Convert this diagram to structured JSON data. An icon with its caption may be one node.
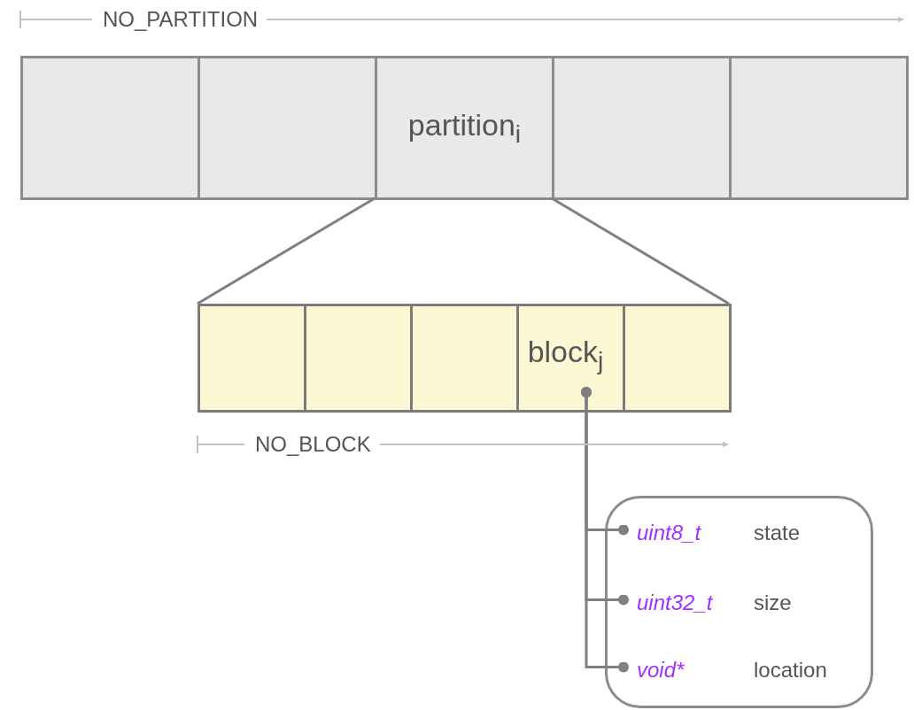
{
  "diagram": {
    "nodes": [
      {
        "text": [],
        "shape": "box"
      },
      {
        "text": [],
        "shape": "box"
      },
      {
        "text": [
          "partition$_{i}$"
        ]
      },
      {
        "text": [],
        "shape": "box"
      },
      {
        "text": [],
        "shape": "box"
      },
      {
        "text": [],
        "shape": "box"
      },
      {
        "text": [],
        "shape": "box"
      },
      {
        "text": [],
        "shape": "box"
      },
      {
        "text": [
          "block$_{j}$"
        ]
      },
      {
        "text": [],
        "shape": "box"
      },
      {
        "text": [],
        "shape": "box"
      },
      {
        "text": [
          "uint8_t",
          "state"
        ],
        "in": 10
      },
      {
        "text": [
          "uint32_t",
          "size"
        ],
        "in": 10
      },
      {
        "text": [
          "void*",
          "location"
        ],
        "in": 10
      }
    ],
    "edges": [
      {
        "from": 2,
        "to": 5,
        "arrow": "none"
      },
      {
        "from": 2,
        "to": 9,
        "arrow": "none"
      },
      {
        "from": 8,
        "to": 11,
        "arrow": "other"
      },
      {
        "from": 8,
        "to": 12,
        "arrow": "other"
      },
      {
        "from": 8,
        "to": 13,
        "arrow": "other"
      }
    ],
    "labels": [
      "NO_PARTITION",
      "NO_BLOCK"
    ]
  }
}
